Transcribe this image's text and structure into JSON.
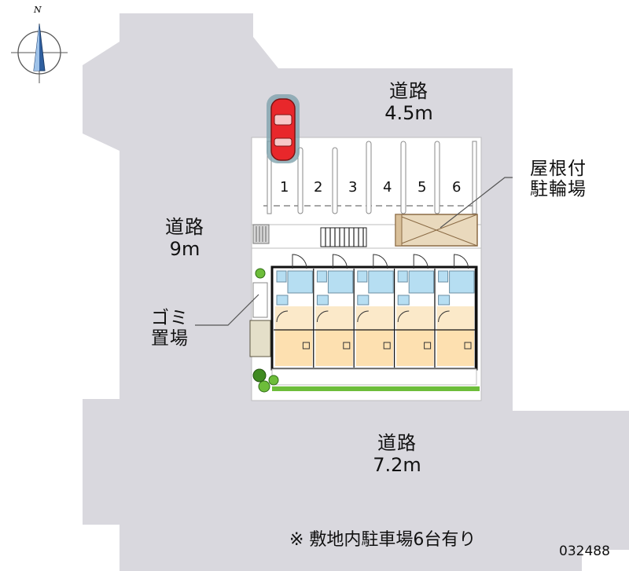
{
  "compass": {
    "label": "N"
  },
  "roads": {
    "top": {
      "name": "道路",
      "width": "4.5m"
    },
    "left": {
      "name": "道路",
      "width": "9m"
    },
    "bottom": {
      "name": "道路",
      "width": "7.2m"
    }
  },
  "parking": {
    "slots": [
      "1",
      "2",
      "3",
      "4",
      "5",
      "6"
    ]
  },
  "labels": {
    "bike_parking": [
      "屋根付",
      "駐輪場"
    ],
    "garbage": [
      "ゴミ",
      "置場"
    ]
  },
  "note": "※ 敷地内駐車場6台有り",
  "code": "032488",
  "colors": {
    "road": "#d9d8de",
    "car": "#e8272b",
    "unit_floor": "#fde0b0",
    "unit_water": "#b6def2",
    "bike_shed": "#e9d9bd",
    "green": "#6dbd3a"
  }
}
